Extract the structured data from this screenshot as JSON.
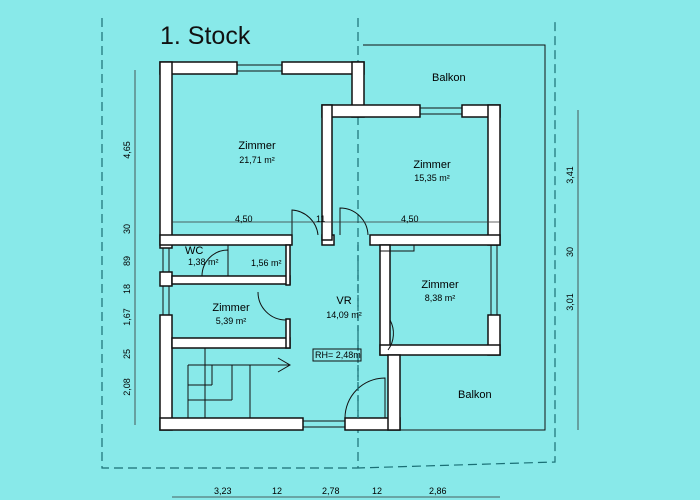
{
  "title": "1. Stock",
  "rooms": [
    {
      "name": "Zimmer",
      "area": "21,71 m²"
    },
    {
      "name": "Zimmer",
      "area": "15,35 m²"
    },
    {
      "name": "WC",
      "area": "1,38 m²"
    },
    {
      "name": "",
      "area": "1,56 m²"
    },
    {
      "name": "Zimmer",
      "area": "5,39 m²"
    },
    {
      "name": "VR",
      "area": "14,09 m²"
    },
    {
      "name": "Zimmer",
      "area": "8,38 m²"
    }
  ],
  "balconies": [
    "Balkon",
    "Balkon"
  ],
  "room_height": "RH= 2,48m",
  "dimensions": {
    "inner": [
      "4,50",
      "11",
      "4,50"
    ],
    "left": [
      "4,65",
      "30",
      "89",
      "18",
      "1,67",
      "25",
      "2,08"
    ],
    "right": [
      "3,41",
      "30",
      "3,01"
    ],
    "bottom": [
      "3,23",
      "12",
      "2,78",
      "12",
      "2,86"
    ]
  }
}
